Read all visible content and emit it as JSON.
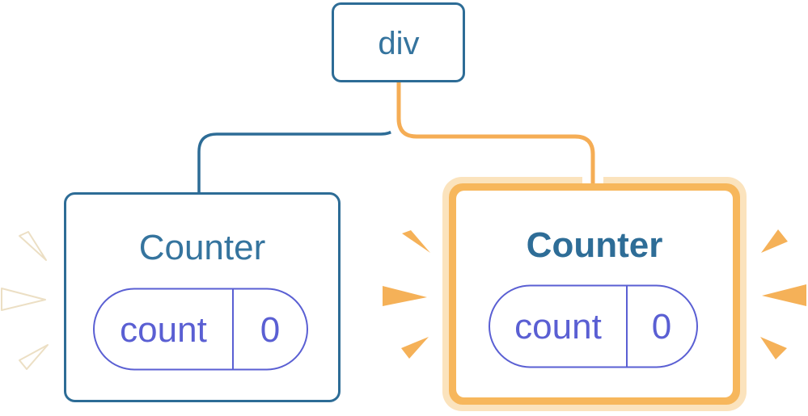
{
  "nodes": {
    "root": {
      "label": "div"
    },
    "left_counter": {
      "title": "Counter",
      "state_key": "count",
      "state_value": "0",
      "highlighted": false
    },
    "right_counter": {
      "title": "Counter",
      "state_key": "count",
      "state_value": "0",
      "highlighted": true
    }
  },
  "colors": {
    "connector_blue": "#2d6c96",
    "node_border_blue": "#2d6c96",
    "title_blue": "#35749e",
    "pill_purple": "#5a5fd3",
    "connector_orange": "#f5ad55",
    "highlight_ring_orange": "#f7b75c",
    "highlight_ring_cream": "#fbe3bd",
    "spark_orange": "#f5b158",
    "spark_white": "#ffffff",
    "card_background": "#ffffff"
  }
}
